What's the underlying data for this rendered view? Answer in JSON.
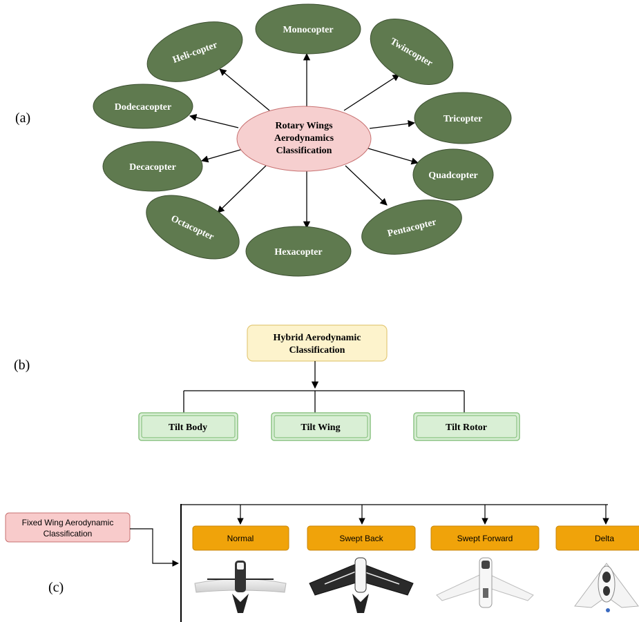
{
  "panels": {
    "a_label": "(a)",
    "b_label": "(b)",
    "c_label": "(c)"
  },
  "rotary": {
    "center_line1": "Rotary Wings",
    "center_line2": "Aerodynamics",
    "center_line3": "Classification",
    "nodes": [
      "Monocopter",
      "Twincopter",
      "Tricopter",
      "Quadcopter",
      "Pentacopter",
      "Hexacopter",
      "Octacopter",
      "Decacopter",
      "Dodecacopter",
      "Heli-copter"
    ]
  },
  "hybrid": {
    "root_line1": "Hybrid Aerodynamic",
    "root_line2": "Classification",
    "children": [
      "Tilt Body",
      "Tilt Wing",
      "Tilt Rotor"
    ]
  },
  "fixed": {
    "root_line1": "Fixed Wing  Aerodynamic",
    "root_line2": "Classification",
    "children": [
      "Normal",
      "Swept Back",
      "Swept Forward",
      "Delta"
    ]
  },
  "colors": {
    "ellipse_fill": "#5f7a4f",
    "ellipse_stroke": "#3c4f31",
    "center_fill": "#f6cfcf",
    "center_stroke": "#c77070",
    "hybrid_root_fill": "#fdf3cc",
    "hybrid_root_stroke": "#e3c97a",
    "hybrid_child_fill": "#d9efd5",
    "hybrid_child_stroke": "#8cc383",
    "fixed_root_fill": "#f8cbcb",
    "fixed_root_stroke": "#c77070",
    "fixed_child_fill": "#f0a30a",
    "fixed_child_stroke": "#c98608"
  }
}
